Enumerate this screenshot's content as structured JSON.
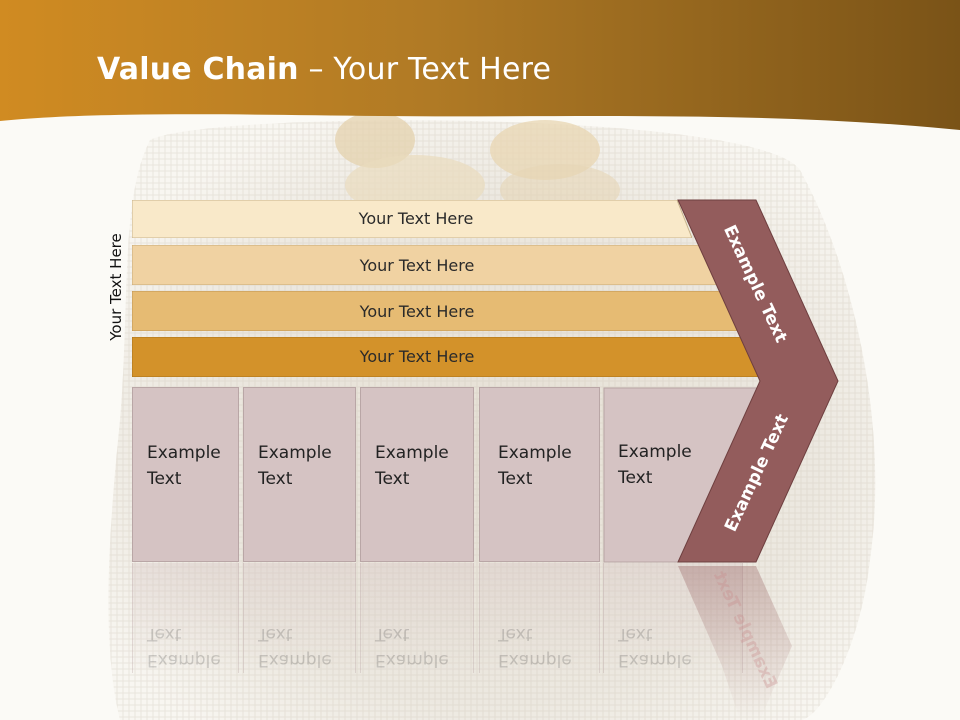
{
  "title": {
    "bold": "Value Chain",
    "rest": " – Your Text Here"
  },
  "side_label": "Your Text Here",
  "bars": [
    {
      "label": "Your Text Here",
      "color": "#f9e9c9"
    },
    {
      "label": "Your Text Here",
      "color": "#f0d2a2"
    },
    {
      "label": "Your Text Here",
      "color": "#e6bb73"
    },
    {
      "label": "Your Text Here",
      "color": "#d3922a"
    }
  ],
  "columns": [
    {
      "line1": "Example",
      "line2": "Text"
    },
    {
      "line1": "Example",
      "line2": "Text"
    },
    {
      "line1": "Example",
      "line2": "Text"
    },
    {
      "line1": "Example",
      "line2": "Text"
    },
    {
      "line1": "Example",
      "line2": "Text"
    }
  ],
  "chevron": {
    "upper_label": "Example Text",
    "lower_label": "Example Text",
    "color": "#935c5c"
  },
  "colors": {
    "header_left": "#d08b22",
    "header_right": "#7a5317",
    "column_fill": "#d5c3c3"
  }
}
